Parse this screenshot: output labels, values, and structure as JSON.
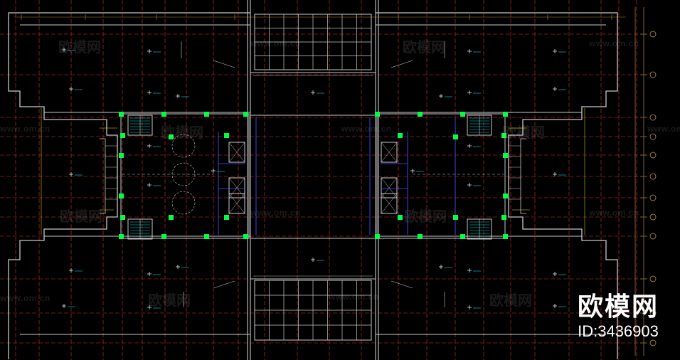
{
  "drawing": {
    "background": "#000000",
    "colors": {
      "wall": "#c8c8c8",
      "outline": "#ffffff",
      "axis": "#e03030",
      "dim": "#d0a040",
      "column": "#00ff40",
      "blue": "#4a4aff",
      "yellow": "#f0e000",
      "cyan": "#00e0e0",
      "label": "#ffffff"
    }
  },
  "watermark": {
    "text": "欧模网",
    "url": "www.om.cn"
  },
  "brand": {
    "logo": "欧模网",
    "id": "ID:3436903"
  }
}
